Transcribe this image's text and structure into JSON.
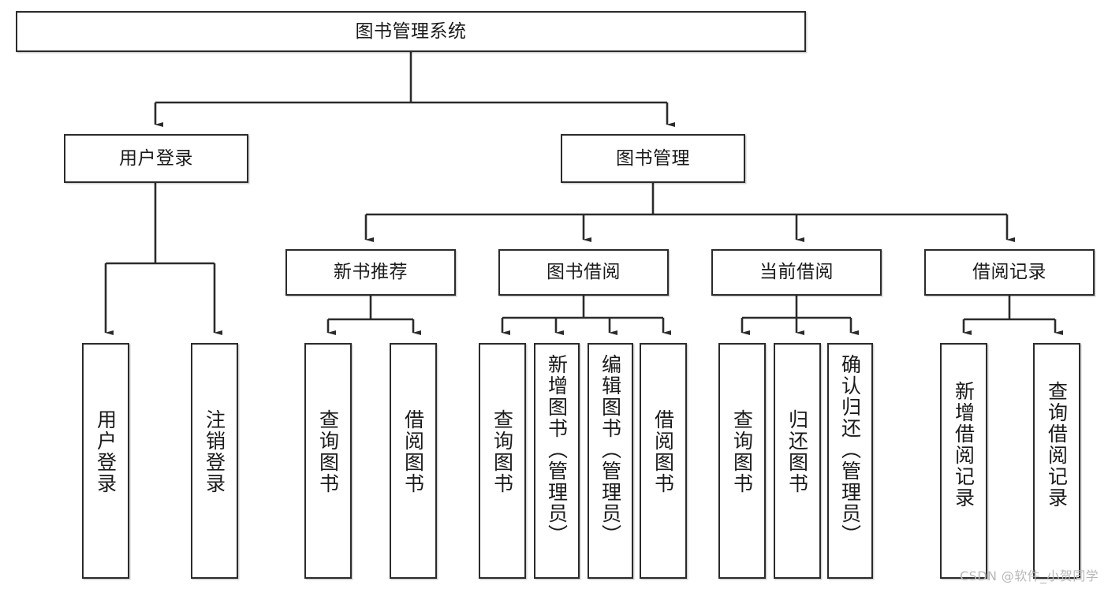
{
  "diagram": {
    "title": "图书管理系统",
    "watermark": "CSDN @软件_小贺同学",
    "colors": {
      "box_stroke": "#2b2b2b",
      "box_fill": "#ffffff",
      "edge": "#2b2b2b",
      "text": "#1a1a1a",
      "watermark": "#b8b8b8",
      "background": "#ffffff"
    },
    "nodes": {
      "root": {
        "label": "图书管理系统"
      },
      "level2": [
        {
          "label": "用户登录"
        },
        {
          "label": "图书管理"
        }
      ],
      "level3": [
        {
          "label": "新书推荐"
        },
        {
          "label": "图书借阅"
        },
        {
          "label": "当前借阅"
        },
        {
          "label": "借阅记录"
        }
      ],
      "leaves_user_login": [
        {
          "label": "用户登录"
        },
        {
          "label": "注销登录"
        }
      ],
      "leaves_new_book": [
        {
          "label": "查询图书"
        },
        {
          "label": "借阅图书"
        }
      ],
      "leaves_borrow": [
        {
          "label": "查询图书"
        },
        {
          "label": "新增图书（管理员）"
        },
        {
          "label": "编辑图书（管理员）"
        },
        {
          "label": "借阅图书"
        }
      ],
      "leaves_current": [
        {
          "label": "查询图书"
        },
        {
          "label": "归还图书"
        },
        {
          "label": "确认归还（管理员）"
        }
      ],
      "leaves_records": [
        {
          "label": "新增借阅记录"
        },
        {
          "label": "查询借阅记录"
        }
      ]
    }
  }
}
